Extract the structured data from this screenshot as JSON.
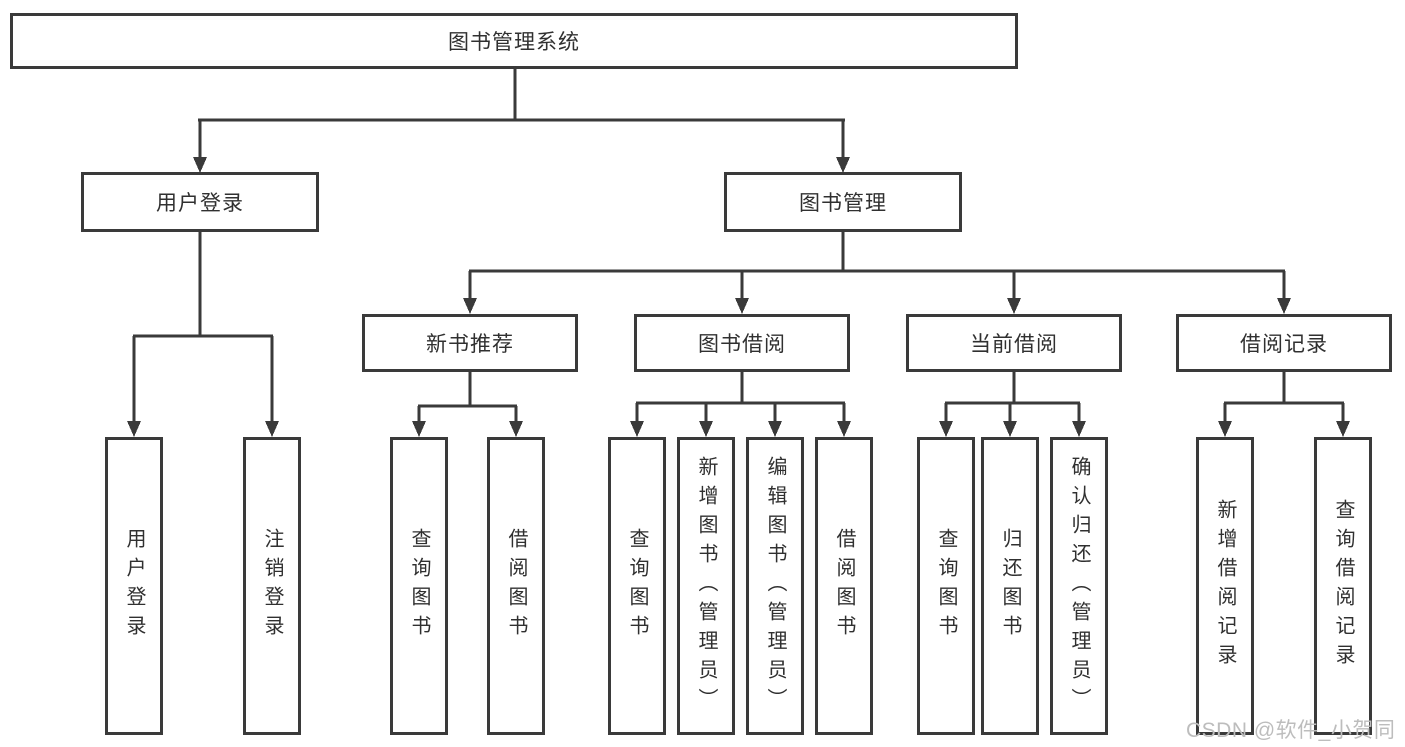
{
  "diagram": {
    "root": {
      "label": "图书管理系统"
    },
    "level2": {
      "user_login": {
        "label": "用户登录"
      },
      "book_mgmt": {
        "label": "图书管理"
      }
    },
    "level3": {
      "new_books": {
        "label": "新书推荐"
      },
      "borrow": {
        "label": "图书借阅"
      },
      "current": {
        "label": "当前借阅"
      },
      "records": {
        "label": "借阅记录"
      }
    },
    "leaves": {
      "user_login": [
        "用户登录",
        "注销登录"
      ],
      "new_books": [
        "查询图书",
        "借阅图书"
      ],
      "borrow": [
        "查询图书",
        "新增图书（管理员）",
        "编辑图书（管理员）",
        "借阅图书"
      ],
      "current": [
        "查询图书",
        "归还图书",
        "确认归还（管理员）"
      ],
      "records": [
        "新增借阅记录",
        "查询借阅记录"
      ]
    },
    "watermark": "CSDN @软件_小贺同学",
    "colors": {
      "line": "#3a3a3a",
      "box_border": "#3a3a3a",
      "text": "#303030",
      "background": "#ffffff",
      "watermark": "#bdbdbd"
    }
  }
}
